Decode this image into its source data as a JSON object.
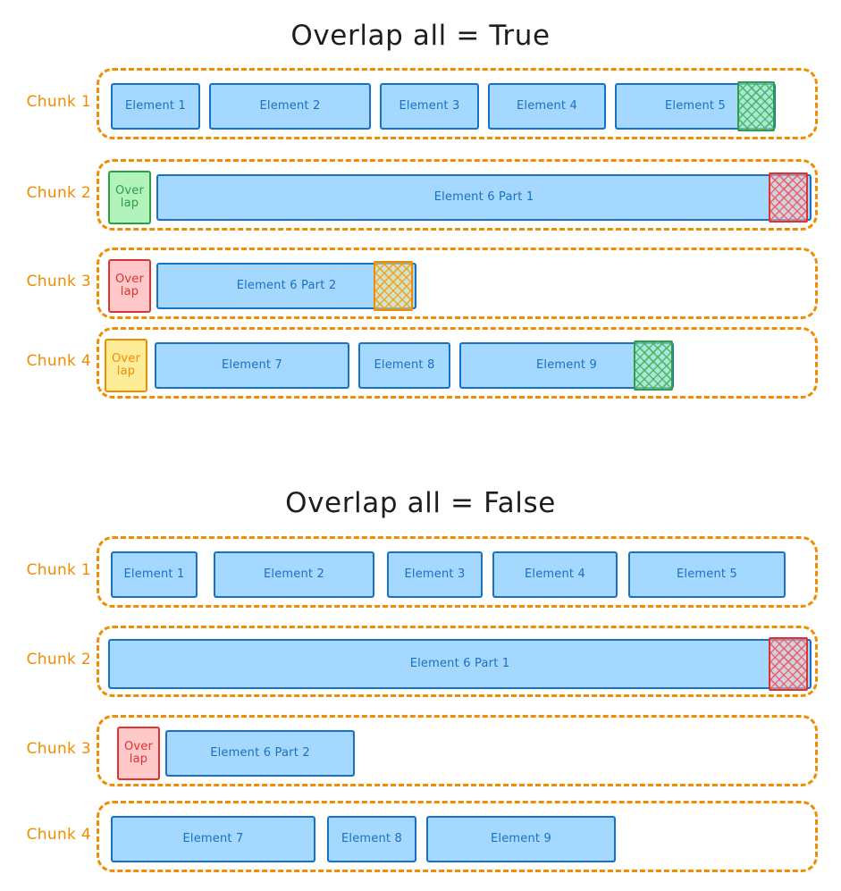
{
  "page": {
    "background": "#ffffff",
    "accent_orange": "#f08c00",
    "element_fill": "#a5d8ff",
    "element_stroke": "#1971c2",
    "overlap_green_fill": "#b2f2bb",
    "overlap_green_stroke": "#2f9e44",
    "overlap_red_fill": "#ffc9c9",
    "overlap_red_stroke": "#e03131",
    "overlap_amber_fill": "#ffec99",
    "overlap_amber_stroke": "#f08c00"
  },
  "diagrams": [
    {
      "title": "Overlap all = True",
      "chunks": [
        {
          "label": "Chunk 1",
          "blocks": [
            {
              "text": "Element 1",
              "kind": "element"
            },
            {
              "text": "Element 2",
              "kind": "element"
            },
            {
              "text": "Element 3",
              "kind": "element"
            },
            {
              "text": "Element 4",
              "kind": "element"
            },
            {
              "text": "Element 5",
              "kind": "element",
              "marker": "green"
            }
          ]
        },
        {
          "label": "Chunk 2",
          "blocks": [
            {
              "text": "Over\nlap",
              "kind": "overlap-green"
            },
            {
              "text": "Element 6 Part 1",
              "kind": "element",
              "marker": "red"
            }
          ]
        },
        {
          "label": "Chunk 3",
          "blocks": [
            {
              "text": "Over\nlap",
              "kind": "overlap-red"
            },
            {
              "text": "Element 6 Part 2",
              "kind": "element",
              "marker": "amber"
            }
          ]
        },
        {
          "label": "Chunk 4",
          "blocks": [
            {
              "text": "Over\nlap",
              "kind": "overlap-amber"
            },
            {
              "text": "Element 7",
              "kind": "element"
            },
            {
              "text": "Element 8",
              "kind": "element"
            },
            {
              "text": "Element 9",
              "kind": "element",
              "marker": "green"
            }
          ]
        }
      ]
    },
    {
      "title": "Overlap all = False",
      "chunks": [
        {
          "label": "Chunk 1",
          "blocks": [
            {
              "text": "Element 1",
              "kind": "element"
            },
            {
              "text": "Element 2",
              "kind": "element"
            },
            {
              "text": "Element 3",
              "kind": "element"
            },
            {
              "text": "Element 4",
              "kind": "element"
            },
            {
              "text": "Element 5",
              "kind": "element"
            }
          ]
        },
        {
          "label": "Chunk 2",
          "blocks": [
            {
              "text": "Element 6 Part 1",
              "kind": "element",
              "marker": "red"
            }
          ]
        },
        {
          "label": "Chunk 3",
          "blocks": [
            {
              "text": "Over\nlap",
              "kind": "overlap-red"
            },
            {
              "text": "Element 6 Part 2",
              "kind": "element"
            }
          ]
        },
        {
          "label": "Chunk 4",
          "blocks": [
            {
              "text": "Element 7",
              "kind": "element"
            },
            {
              "text": "Element 8",
              "kind": "element"
            },
            {
              "text": "Element 9",
              "kind": "element"
            }
          ]
        }
      ]
    }
  ]
}
